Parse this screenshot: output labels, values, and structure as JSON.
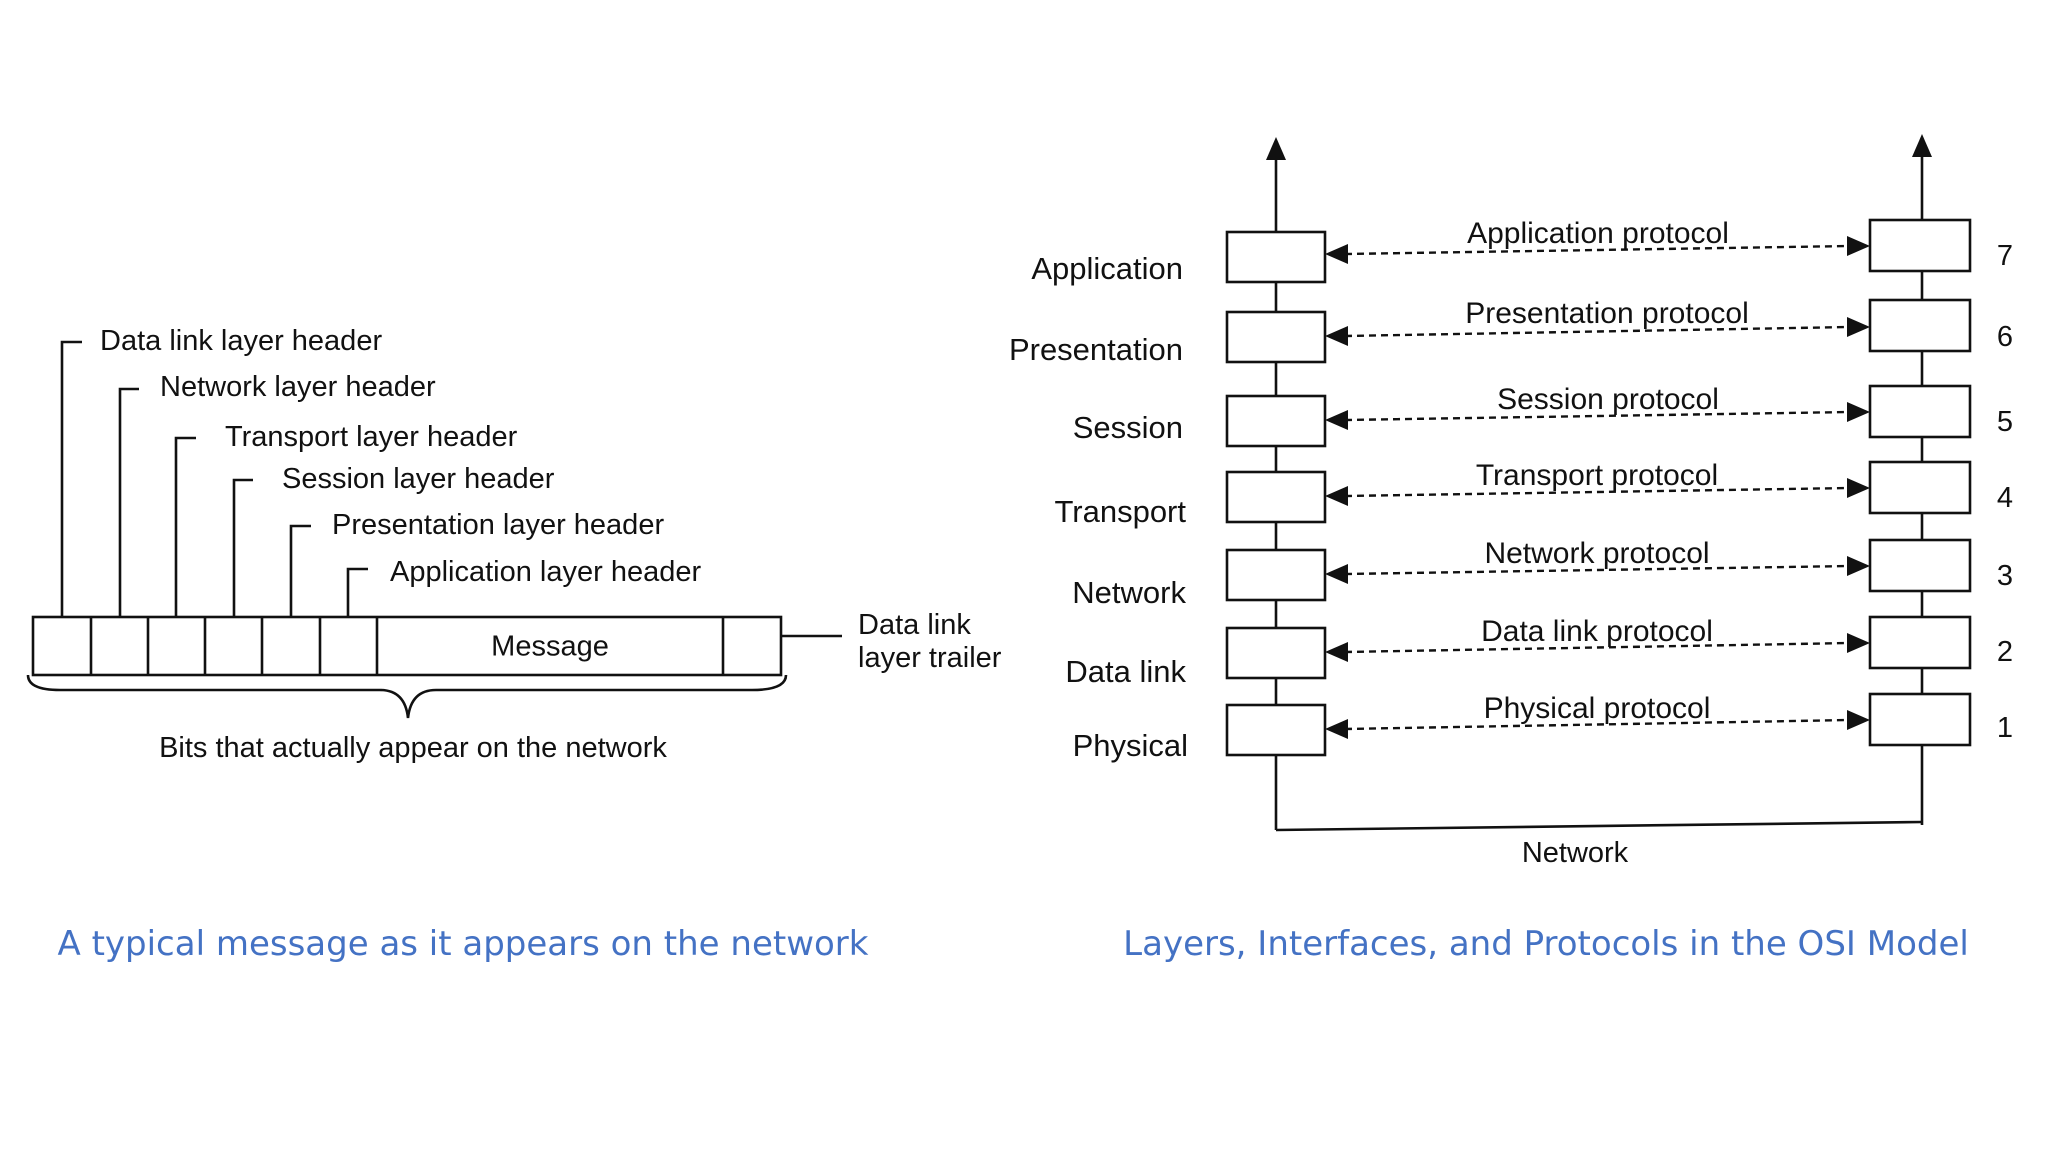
{
  "message_figure": {
    "headers": [
      "Data link layer header",
      "Network layer header",
      "Transport layer header",
      "Session layer header",
      "Presentation layer header",
      "Application layer header"
    ],
    "message_label": "Message",
    "trailer_line1": "Data link",
    "trailer_line2": "layer trailer",
    "brace_label": "Bits that actually appear on the network",
    "caption": "A typical message as it appears on the network"
  },
  "osi_figure": {
    "layers": [
      "Application",
      "Presentation",
      "Session",
      "Transport",
      "Network",
      "Data link",
      "Physical"
    ],
    "protocols": [
      "Application protocol",
      "Presentation protocol",
      "Session protocol",
      "Transport protocol",
      "Network protocol",
      "Data link protocol",
      "Physical protocol"
    ],
    "layer_numbers": [
      "7",
      "6",
      "5",
      "4",
      "3",
      "2",
      "1"
    ],
    "network_label": "Network",
    "caption": "Layers, Interfaces, and Protocols in the OSI Model"
  }
}
